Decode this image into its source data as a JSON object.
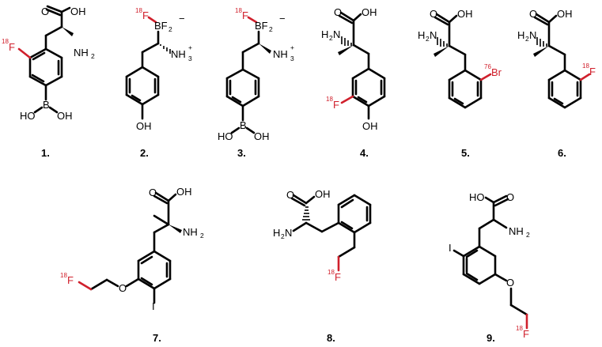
{
  "figure": {
    "type": "chemical-structures",
    "accent_color": "#d0202c",
    "compounds": [
      {
        "label": "1.",
        "groups": [
          "COOH",
          "NH2",
          "18F",
          "B(OH)2"
        ],
        "radiolabel": "18F"
      },
      {
        "label": "2.",
        "groups": [
          "18F-BF2-",
          "NH3+",
          "OH"
        ],
        "radiolabel": "18F"
      },
      {
        "label": "3.",
        "groups": [
          "18F-BF2-",
          "NH3+",
          "B(OH)2"
        ],
        "radiolabel": "18F"
      },
      {
        "label": "4.",
        "groups": [
          "COOH",
          "H2N",
          "CH3",
          "18F",
          "OH"
        ],
        "radiolabel": "18F"
      },
      {
        "label": "5.",
        "groups": [
          "COOH",
          "H2N",
          "CH3",
          "76Br"
        ],
        "radiolabel": "76Br"
      },
      {
        "label": "6.",
        "groups": [
          "COOH",
          "H2N",
          "CH3",
          "18F"
        ],
        "radiolabel": "18F"
      },
      {
        "label": "7.",
        "groups": [
          "COOH",
          "NH2",
          "CH3",
          "O-CH2CH2-18F",
          "I"
        ],
        "radiolabel": "18F"
      },
      {
        "label": "8.",
        "groups": [
          "COOH",
          "H2N",
          "CH2CH2-18F"
        ],
        "radiolabel": "18F"
      },
      {
        "label": "9.",
        "groups": [
          "COOH",
          "NH2",
          "I",
          "O-CH2CH2-18F"
        ],
        "radiolabel": "18F"
      }
    ]
  },
  "text": {
    "O": "O",
    "OH": "OH",
    "HO": "HO",
    "N": "N",
    "NH": "NH",
    "H": "H",
    "B": "B",
    "BF": "BF",
    "F": "F",
    "Br": "Br",
    "I": "I",
    "sub2": "2",
    "sub3": "3",
    "plus": "+",
    "minus": "−",
    "iso18": "18",
    "iso76": "76"
  },
  "labels": [
    "1.",
    "2.",
    "3.",
    "4.",
    "5.",
    "6.",
    "7.",
    "8.",
    "9."
  ]
}
